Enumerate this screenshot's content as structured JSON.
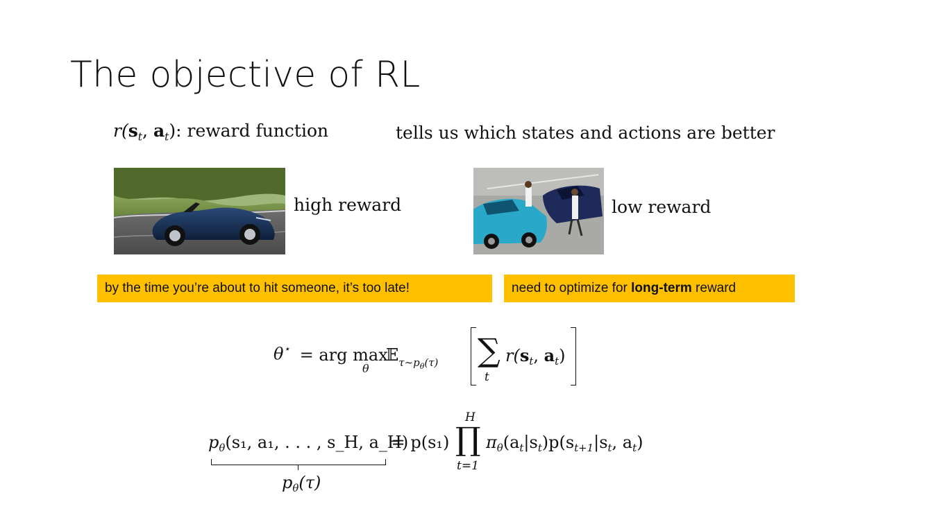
{
  "slide": {
    "title": "The objective of RL",
    "reward_def": {
      "prefix": "r(",
      "s_t": "s",
      "t1": "t",
      "comma": ", ",
      "a_t": "a",
      "t2": "t",
      "suffix": "): reward function"
    },
    "tells_us": "tells us which states and actions are better",
    "left_caption": "high reward",
    "right_caption": "low reward",
    "callout_left": "by the time you’re about to hit someone, it’s too late!",
    "callout_right": {
      "pre": "need to optimize for ",
      "bold": "long-term",
      "post": " reward"
    },
    "objective_eq": {
      "theta_star": "θ",
      "star": "⋆",
      "equals": " = arg max",
      "under_max": "θ",
      "expect": "𝔼",
      "expect_sub": "τ∼p",
      "expect_sub_theta": "θ",
      "expect_sub_tail": "(τ)",
      "sum": "∑",
      "sum_under": "t",
      "body": "r(",
      "s": "s",
      "s_sub": "t",
      "mid": ", ",
      "a": "a",
      "a_sub": "t",
      "close": ")"
    },
    "trajectory_eq": {
      "lhs": "p",
      "lhs_sub": "θ",
      "lhs_args": "(s₁, a₁, . . . , s_H, a_H)",
      "rhs_pre": " = p(s₁)",
      "prod": "∏",
      "prod_top": "H",
      "prod_bottom": "t=1",
      "rhs_post_pi": "π",
      "rhs_post_pi_sub": "θ",
      "rhs_post_1": "(a",
      "rhs_post_1_sub": "t",
      "rhs_post_2": "|s",
      "rhs_post_2_sub": "t",
      "rhs_post_3": ")p(s",
      "rhs_post_3_sub": "t+1",
      "rhs_post_4": "|s",
      "rhs_post_4_sub": "t",
      "rhs_post_5": ", a",
      "rhs_post_5_sub": "t",
      "rhs_post_6": ")",
      "brace_label": "p",
      "brace_label_sub": "θ",
      "brace_label_tail": "(τ)"
    }
  },
  "colors": {
    "callout_bg": "#ffc000"
  }
}
